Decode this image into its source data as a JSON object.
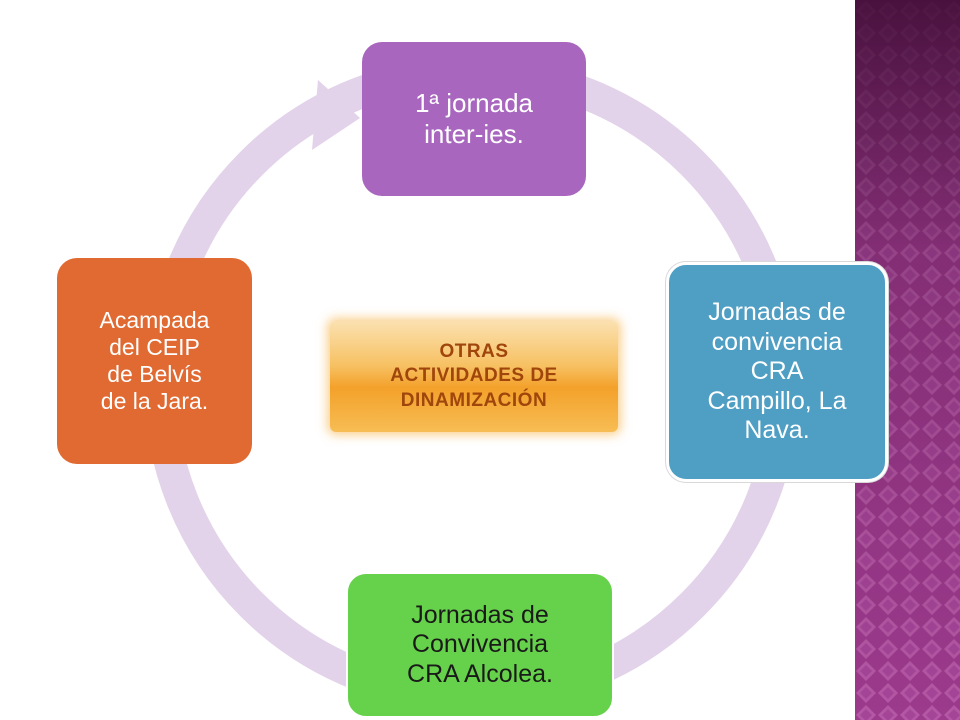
{
  "colors": {
    "top": "#a866be",
    "right": "#4f9fc4",
    "bottom": "#66d14a",
    "left": "#e06a32",
    "cycle_ring": "#e2d3ea",
    "center_text": "#a0460c",
    "side_band": "#8e2a7e"
  },
  "center": {
    "lines": [
      "OTRAS",
      "ACTIVIDADES DE",
      "DINAMIZACIÓN"
    ]
  },
  "nodes": {
    "top": {
      "lines": [
        "1ª jornada",
        "inter-ies."
      ]
    },
    "right": {
      "lines": [
        "Jornadas de",
        "convivencia",
        "CRA",
        "Campillo, La",
        "Nava."
      ]
    },
    "bottom": {
      "lines": [
        "Jornadas de",
        "Convivencia",
        "CRA Alcolea."
      ]
    },
    "left": {
      "lines": [
        "Acampada",
        "del CEIP",
        "de Belvís",
        "de la Jara."
      ]
    }
  }
}
